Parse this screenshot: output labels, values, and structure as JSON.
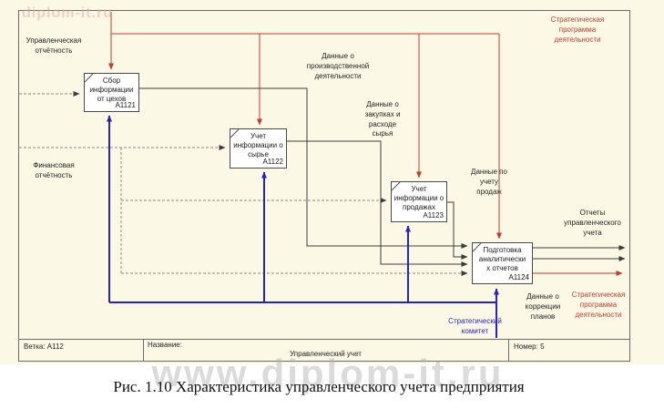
{
  "colors": {
    "red": "#c43b2e",
    "blue": "#2323c8",
    "black": "#3c3c3c",
    "dashed": "#8a8a8a"
  },
  "watermark_top": "diplom-it.ru",
  "watermark_bottom": "www.diplom-it.ru",
  "boxes": [
    {
      "label": "Сбор\nинформации\nот цехов",
      "code": "A1121"
    },
    {
      "label": "Учет\nинформации о\nсырье",
      "code": "A1122"
    },
    {
      "label": "Учет\nинформации о\nпродажах",
      "code": "A1123"
    },
    {
      "label": "Подготовка\nаналитически\nх отчетов",
      "code": "A1124"
    }
  ],
  "labels": {
    "management_reporting": "Управленческая\nотчётность",
    "financial_reporting": "Финансовая\nотчётность",
    "production_data": "Данные о\nпроизводственной\nдеятельности",
    "purchases_data": "Данные о\nзакупках и\nрасходе\nсырья",
    "sales_data": "Данные по\nучету\nпродаж",
    "reports": "Отчеты\nуправленческого\nучета",
    "correction_data": "Данные о\nкоррекции\nпланов",
    "strategic_program_top": "Стратегическая\nпрограмма\nдеятельности",
    "strategic_program_bottom": "Стратегическая\nпрограмма\nдеятельности",
    "strategic_committee": "Стратегический\nкомитет"
  },
  "footer": {
    "branch": "Ветка: A112",
    "name_label": "Название:",
    "name_value": "Управленческий учет",
    "number": "Номер: 5"
  },
  "caption": "Рис. 1.10 Характеристика управленческого учета предприятия"
}
